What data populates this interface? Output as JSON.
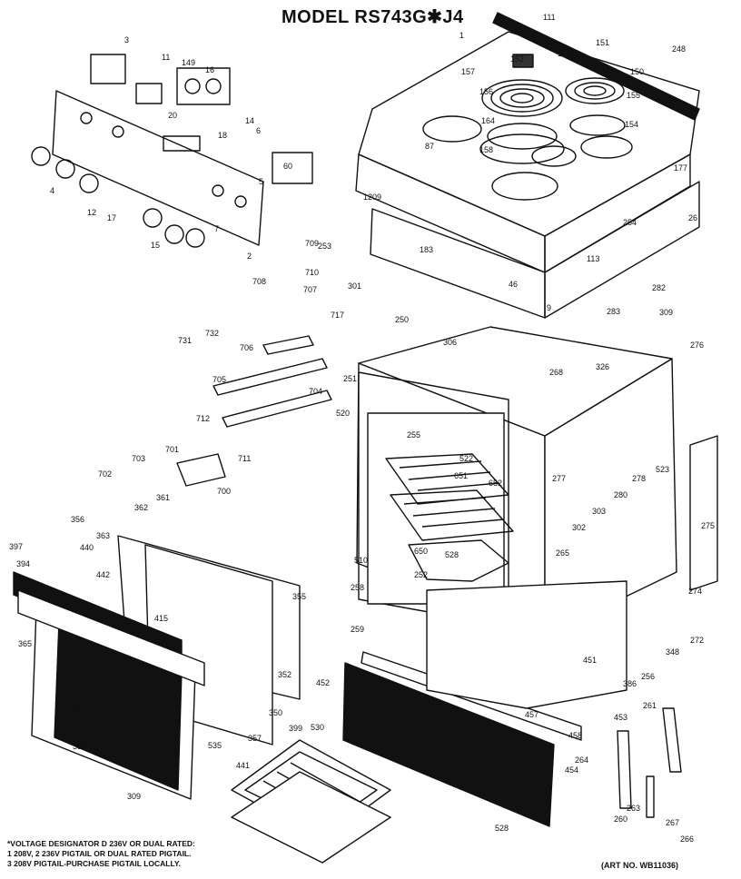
{
  "header": {
    "title": "MODEL RS743G✱J4"
  },
  "art_number": "(ART NO. WB11036)",
  "footnotes": [
    "*VOLTAGE DESIGNATOR D 236V OR DUAL RATED:",
    "1 208V, 2 236V  PIGTAIL OR DUAL RATED PIGTAIL.",
    "3 208V  PIGTAIL-PURCHASE PIGTAIL LOCALLY."
  ],
  "callouts": [
    "111",
    "151",
    "248",
    "152",
    "153",
    "157",
    "150",
    "156",
    "155",
    "164",
    "154",
    "158",
    "1",
    "177",
    "87",
    "26",
    "1209",
    "254",
    "253",
    "183",
    "113",
    "301",
    "46",
    "9",
    "282",
    "283",
    "309",
    "276",
    "326",
    "250",
    "306",
    "251",
    "268",
    "3",
    "149",
    "11",
    "16",
    "20",
    "18",
    "14",
    "6",
    "60",
    "5",
    "4",
    "12",
    "17",
    "15",
    "7",
    "2",
    "709",
    "708",
    "710",
    "707",
    "717",
    "731",
    "732",
    "706",
    "705",
    "704",
    "712",
    "703",
    "701",
    "711",
    "702",
    "700",
    "520",
    "255",
    "522",
    "651",
    "652",
    "277",
    "278",
    "523",
    "280",
    "303",
    "302",
    "275",
    "528",
    "650",
    "510",
    "265",
    "258",
    "252",
    "259",
    "274",
    "272",
    "348",
    "451",
    "256",
    "452",
    "457",
    "386",
    "453",
    "458",
    "261",
    "454",
    "264",
    "263",
    "260",
    "267",
    "266",
    "397",
    "356",
    "394",
    "440",
    "363",
    "442",
    "362",
    "361",
    "355",
    "365",
    "415",
    "352",
    "358",
    "350",
    "399",
    "357",
    "535",
    "441",
    "359",
    "530",
    "309",
    "528"
  ]
}
